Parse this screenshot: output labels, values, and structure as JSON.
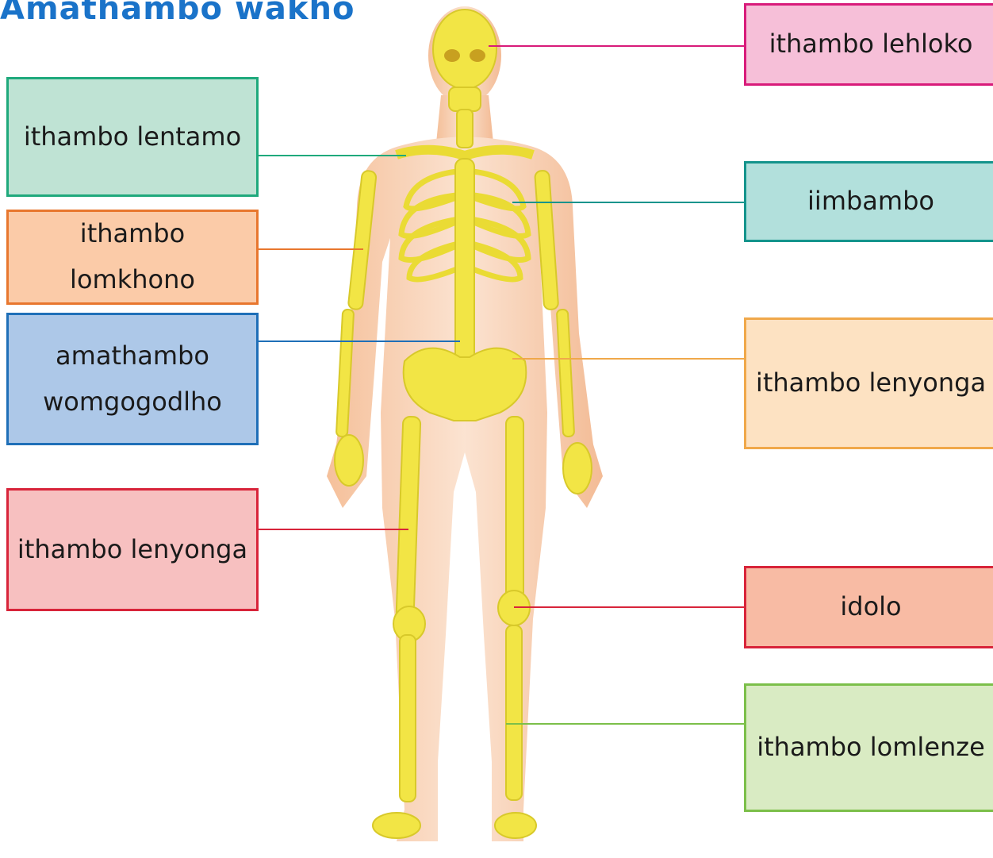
{
  "title": "Amathambo wakho",
  "labels": {
    "skull": "ithambo lehloko",
    "neck": "ithambo lentamo",
    "ribs": "iimbambo",
    "arm": "ithambo lomkhono",
    "spine": "amathambo womgogodlho",
    "hip": "ithambo lenyonga",
    "thigh": "ithambo lenyonga",
    "knee": "idolo",
    "leg": "ithambo lomlenze"
  },
  "colors": {
    "title": "#1a73c9",
    "skull": {
      "fill": "#f6bfd8",
      "line": "#d81b7a"
    },
    "neck": {
      "fill": "#bfe3d4",
      "line": "#1fa97c"
    },
    "ribs": {
      "fill": "#b2e0dc",
      "line": "#14948c"
    },
    "arm": {
      "fill": "#fbcba8",
      "line": "#e8772e"
    },
    "spine": {
      "fill": "#adc8e8",
      "line": "#1f6fb8"
    },
    "hip": {
      "fill": "#fde2c2",
      "line": "#f0a84a"
    },
    "thigh": {
      "fill": "#f7c0c0",
      "line": "#d8243a"
    },
    "knee": {
      "fill": "#f8bba4",
      "line": "#d8243a"
    },
    "leg": {
      "fill": "#d9ebc3",
      "line": "#7cbf4a"
    }
  }
}
